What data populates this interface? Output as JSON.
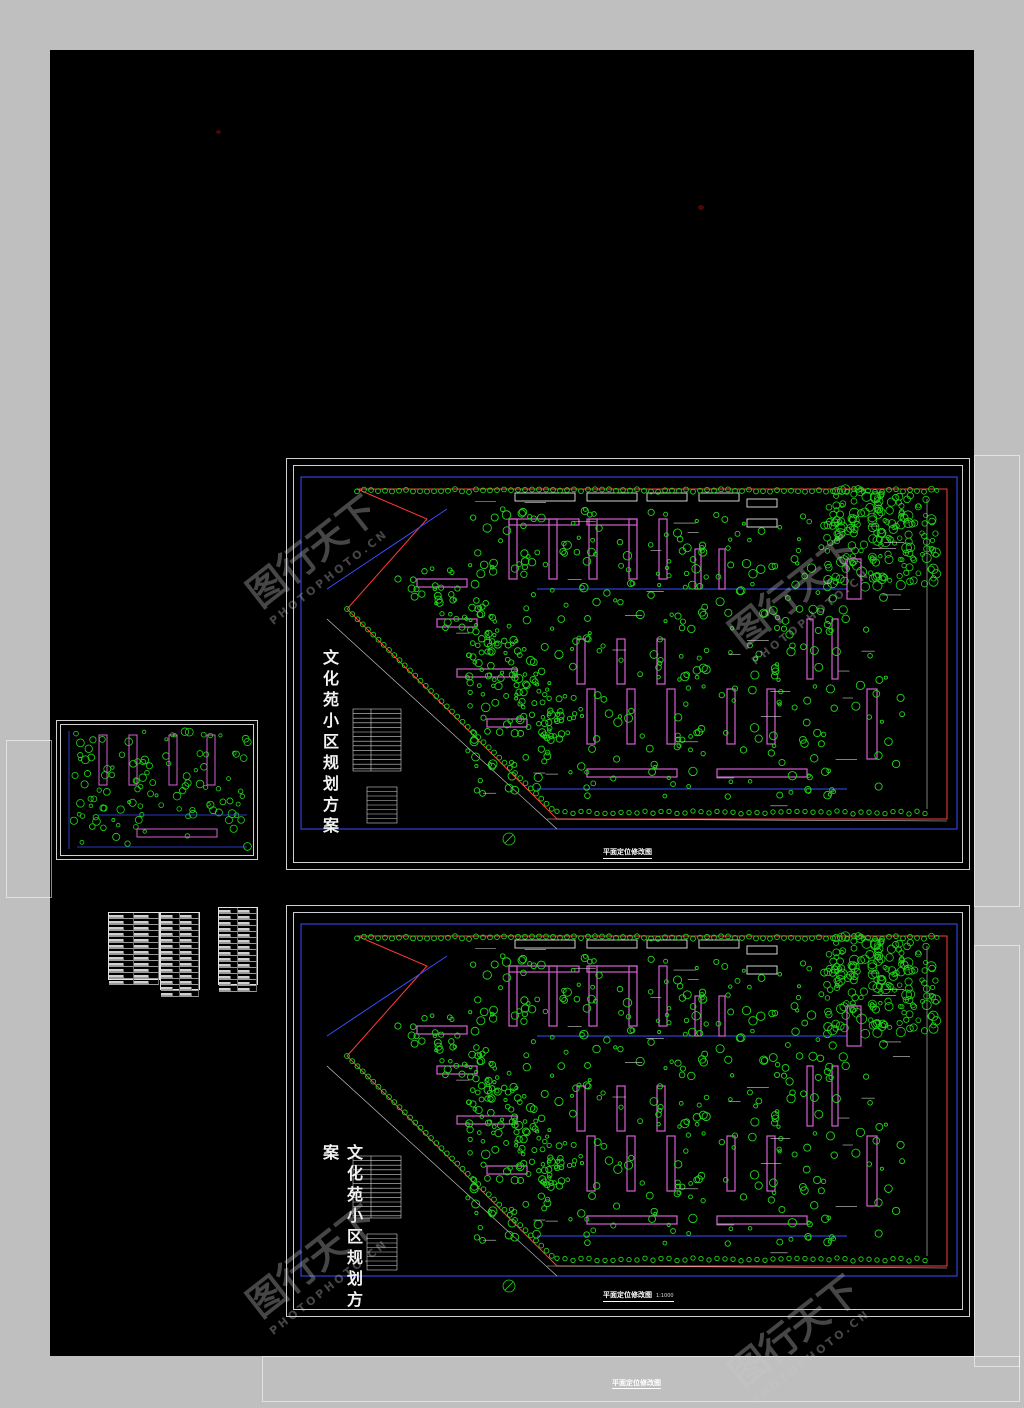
{
  "plan": {
    "title_vertical": "文化苑小区规划方案",
    "caption_top": "平面定位修改图",
    "caption_bottom": "平面定位修改图",
    "scale_text": "1:1000",
    "ghost_caption": "平面定位修改图"
  },
  "watermark": {
    "brand": "图行天下",
    "sub": "PHOTOPHOTO.CN"
  },
  "colors": {
    "background": "#000000",
    "tree": "#22d81a",
    "building": "#d55fd0",
    "road": "#ff3a3a",
    "line": "#3a4dff",
    "frame": "#d0d0d0"
  }
}
